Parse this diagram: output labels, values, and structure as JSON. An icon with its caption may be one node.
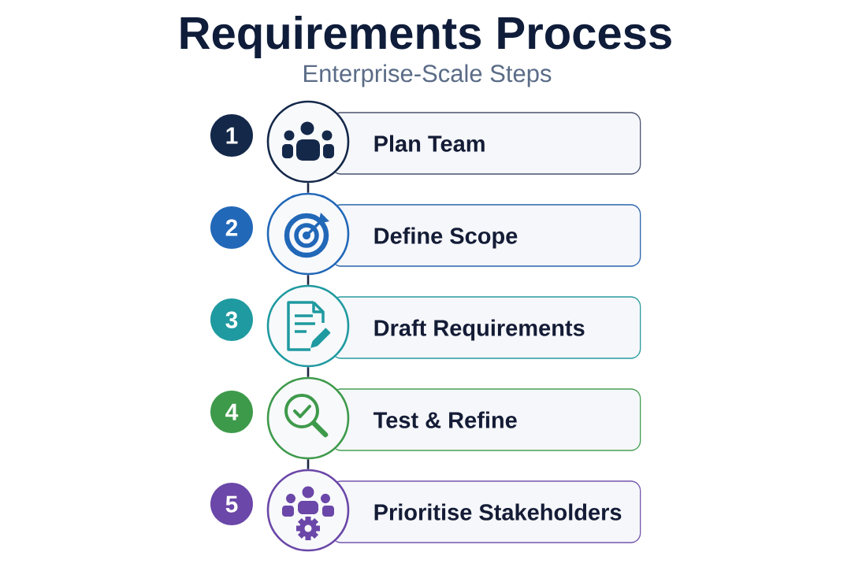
{
  "diagram": {
    "title": "Requirements Process",
    "nodes": [
      {
        "text": [
          "1"
        ]
      },
      {
        "text": [],
        "shape": "circle"
      },
      {
        "text": [
          "Plan Team"
        ]
      },
      {
        "text": [
          "2"
        ]
      },
      {
        "text": [],
        "shape": "circle"
      },
      {
        "text": [
          "Define Scope"
        ]
      },
      {
        "text": [
          "3"
        ]
      },
      {
        "text": [],
        "shape": "circle"
      },
      {
        "text": [
          "Draft Requirements"
        ]
      },
      {
        "text": [
          "4"
        ]
      },
      {
        "text": [],
        "shape": "circle"
      },
      {
        "text": [
          "Test & Refine"
        ]
      },
      {
        "text": [
          "5"
        ]
      },
      {
        "text": [],
        "shape": "circle"
      },
      {
        "text": [
          "Prioritise Stakeholders"
        ]
      }
    ],
    "edges": [
      {
        "from": 1,
        "to": 4,
        "arrow": "none"
      },
      {
        "from": 4,
        "to": 7,
        "arrow": "none"
      },
      {
        "from": 7,
        "to": 10,
        "arrow": "none"
      },
      {
        "from": 10,
        "to": 13,
        "arrow": "none"
      }
    ],
    "labels": [
      "Enterprise-Scale Steps"
    ]
  }
}
